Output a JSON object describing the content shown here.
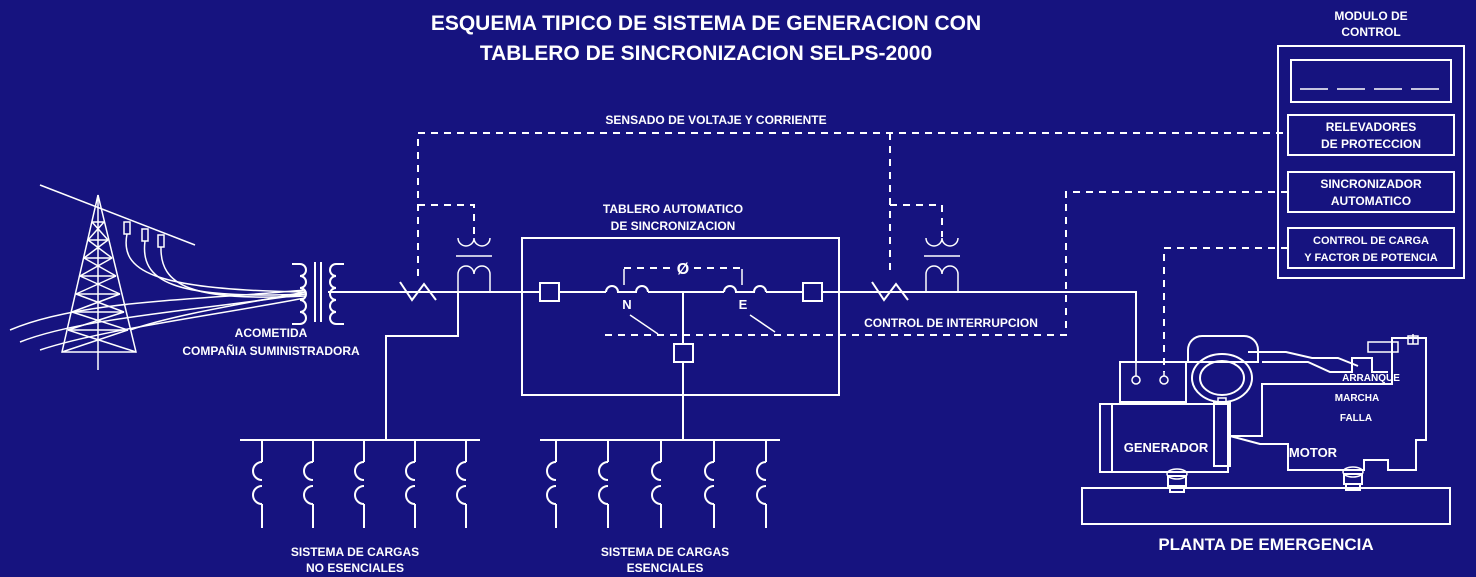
{
  "title": {
    "line1": "ESQUEMA TIPICO DE SISTEMA DE GENERACION CON",
    "line2": "TABLERO DE SINCRONIZACION SELPS-2000"
  },
  "control_module": {
    "label_line1": "MODULO DE",
    "label_line2": "CONTROL",
    "relays": [
      "RELEVADORES",
      "DE PROTECCION"
    ],
    "synchronizer": [
      "SINCRONIZADOR",
      "AUTOMATICO"
    ],
    "load_control": [
      "CONTROL DE CARGA",
      "Y FACTOR DE POTENCIA"
    ]
  },
  "sensing_label": "SENSADO DE VOLTAJE Y CORRIENTE",
  "auto_panel": {
    "label_line1": "TABLERO AUTOMATICO",
    "label_line2": "DE SINCRONIZACION",
    "phase_symbol": "Ø",
    "switch_n": "N",
    "switch_e": "E"
  },
  "interrupt_label": "CONTROL DE INTERRUPCION",
  "utility": {
    "line1": "ACOMETIDA",
    "line2": "COMPAÑIA SUMINISTRADORA"
  },
  "nonessential_loads": {
    "line1": "SISTEMA DE CARGAS",
    "line2": "NO ESENCIALES"
  },
  "essential_loads": {
    "line1": "SISTEMA DE CARGAS",
    "line2": "ESENCIALES"
  },
  "genset": {
    "generator": "GENERADOR",
    "engine": "MOTOR",
    "start": "ARRANQUE",
    "run": "MARCHA",
    "fault": "FALLA",
    "plant": "PLANTA DE EMERGENCIA"
  },
  "colors": {
    "background": "#16137f",
    "foreground": "#ffffff"
  }
}
